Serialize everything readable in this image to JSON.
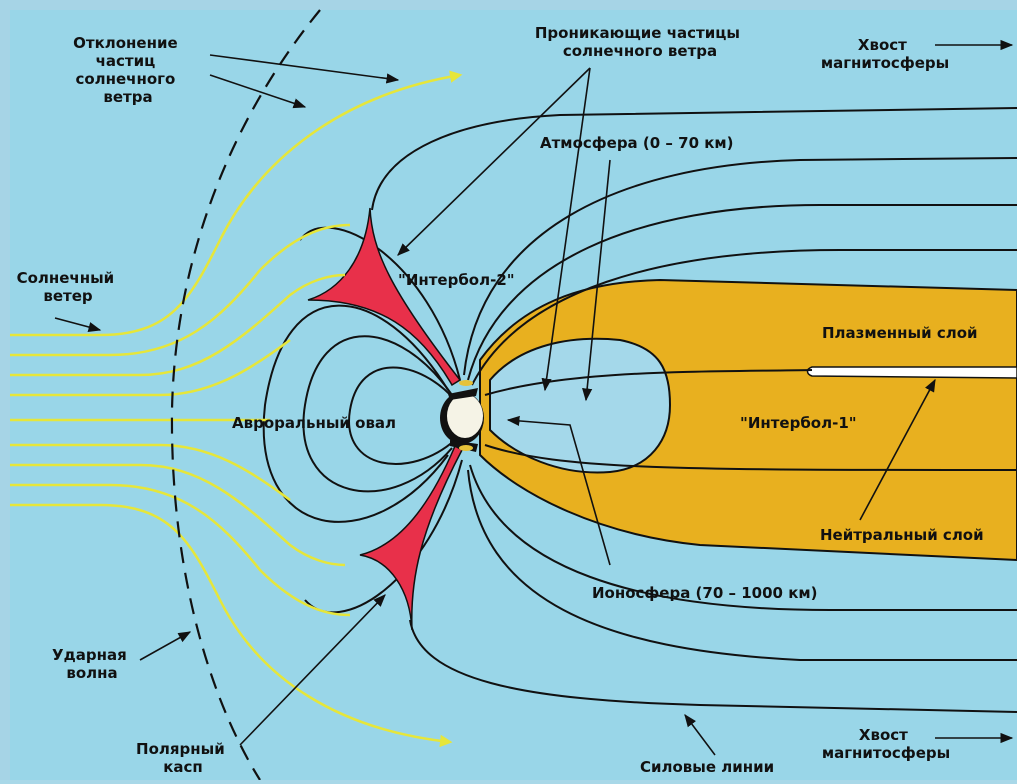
{
  "colors": {
    "frame": "#a6d4e6",
    "sea": "#99d6e8",
    "plasma": "#e8b01f",
    "cusp": "#e8304a",
    "wind": "#e6e63a",
    "line": "#111111"
  },
  "labels": {
    "deflection": [
      "Отклонение",
      "частиц",
      "солнечного",
      "ветра"
    ],
    "penetrating": [
      "Проникающие частицы",
      "солнечного ветра"
    ],
    "tail_top": [
      "Хвост",
      "магнитосферы"
    ],
    "atmosphere": "Атмосфера (0 – 70 км)",
    "solar_wind": [
      "Солнечный",
      "ветер"
    ],
    "interbol2": "\"Интербол-2\"",
    "plasma_sheet": "Плазменный слой",
    "auroral_oval": "Авроральный овал",
    "interbol1": "\"Интербол-1\"",
    "neutral_sheet": "Нейтральный слой",
    "ionosphere": "Ионосфера (70 – 1000 км)",
    "shock_wave": [
      "Ударная",
      "волна"
    ],
    "polar_cusp": [
      "Полярный",
      "касп"
    ],
    "field_lines": "Силовые линии",
    "tail_bottom": [
      "Хвост",
      "магнитосферы"
    ]
  }
}
